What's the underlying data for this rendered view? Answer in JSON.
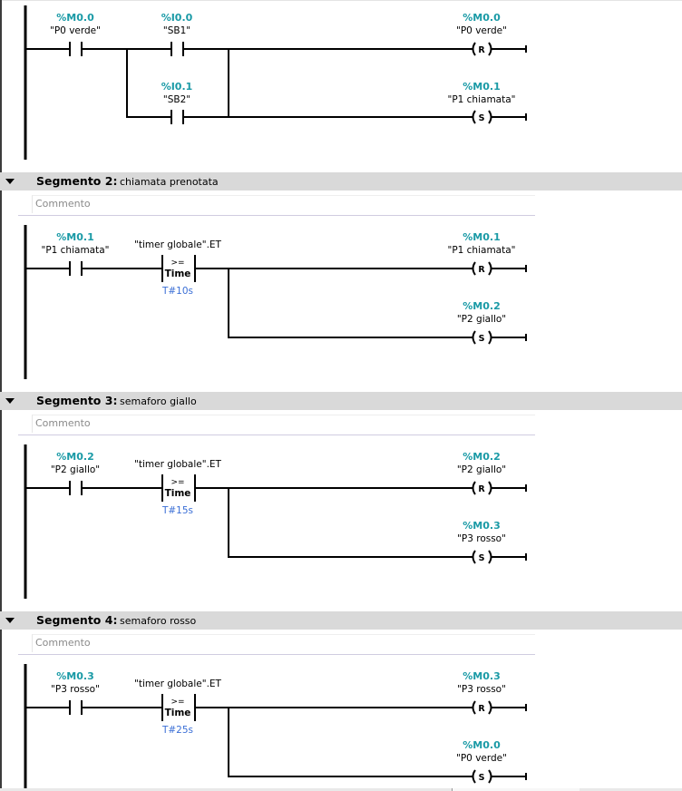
{
  "colors": {
    "address": "#1a9aa6",
    "compare_value": "#3b6fd6",
    "segment_header_bg": "#d9d9d9",
    "comment_text": "#8a8a8a"
  },
  "networks": [
    {
      "id": 1,
      "header": null,
      "contacts": [
        {
          "address": "%M0.0",
          "symbol": "\"P0 verde\""
        },
        {
          "address": "%I0.0",
          "symbol": "\"SB1\""
        },
        {
          "address": "%I0.1",
          "symbol": "\"SB2\""
        }
      ],
      "coils": [
        {
          "address": "%M0.0",
          "symbol": "\"P0 verde\"",
          "type": "R"
        },
        {
          "address": "%M0.1",
          "symbol": "\"P1 chiamata\"",
          "type": "S"
        }
      ]
    },
    {
      "id": 2,
      "header": {
        "label": "Segmento 2:",
        "title": "chiamata prenotata",
        "comment_placeholder": "Commento"
      },
      "contact": {
        "address": "%M0.1",
        "symbol": "\"P1 chiamata\""
      },
      "comparator": {
        "operand": "\"timer globale\".ET",
        "operator": ">=",
        "type": "Time",
        "value": "T#10s"
      },
      "coils": [
        {
          "address": "%M0.1",
          "symbol": "\"P1 chiamata\"",
          "type": "R"
        },
        {
          "address": "%M0.2",
          "symbol": "\"P2 giallo\"",
          "type": "S"
        }
      ]
    },
    {
      "id": 3,
      "header": {
        "label": "Segmento 3:",
        "title": "semaforo giallo",
        "comment_placeholder": "Commento"
      },
      "contact": {
        "address": "%M0.2",
        "symbol": "\"P2 giallo\""
      },
      "comparator": {
        "operand": "\"timer globale\".ET",
        "operator": ">=",
        "type": "Time",
        "value": "T#15s"
      },
      "coils": [
        {
          "address": "%M0.2",
          "symbol": "\"P2 giallo\"",
          "type": "R"
        },
        {
          "address": "%M0.3",
          "symbol": "\"P3 rosso\"",
          "type": "S"
        }
      ]
    },
    {
      "id": 4,
      "header": {
        "label": "Segmento 4:",
        "title": "semaforo rosso",
        "comment_placeholder": "Commento"
      },
      "contact": {
        "address": "%M0.3",
        "symbol": "\"P3 rosso\""
      },
      "comparator": {
        "operand": "\"timer globale\".ET",
        "operator": ">=",
        "type": "Time",
        "value": "T#25s"
      },
      "coils": [
        {
          "address": "%M0.3",
          "symbol": "\"P3 rosso\"",
          "type": "R"
        },
        {
          "address": "%M0.0",
          "symbol": "\"P0 verde\"",
          "type": "S"
        }
      ]
    }
  ]
}
